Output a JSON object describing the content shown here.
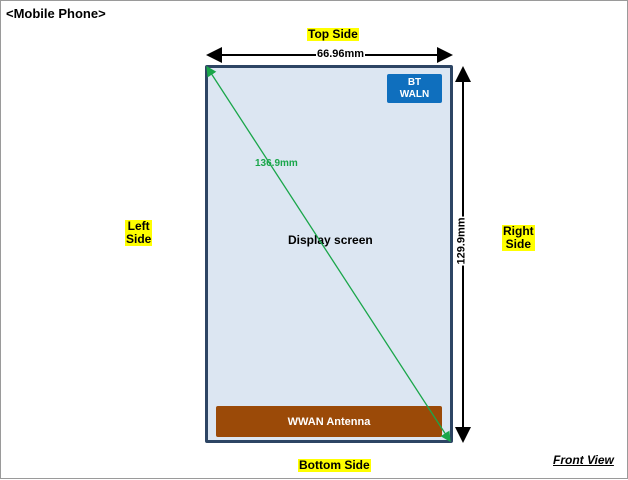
{
  "title": "<Mobile Phone>",
  "sides": {
    "top": "Top Side",
    "bottom": "Bottom Side",
    "left": [
      "Left",
      "Side"
    ],
    "right": [
      "Right",
      "Side"
    ]
  },
  "dimensions": {
    "width": "66.96mm",
    "height": "129.9mm",
    "diagonal": "136.9mm"
  },
  "display_label": "Display screen",
  "bt_box": [
    "BT",
    "WALN"
  ],
  "wwan_label": "WWAN Antenna",
  "view_label": "Front View",
  "colors": {
    "phone_border": "#2d4564",
    "screen": "#dce6f2",
    "bt": "#0f6fbe",
    "wwan": "#9b4a08",
    "diagonal": "#1aa64a",
    "highlight": "#ffff00"
  }
}
